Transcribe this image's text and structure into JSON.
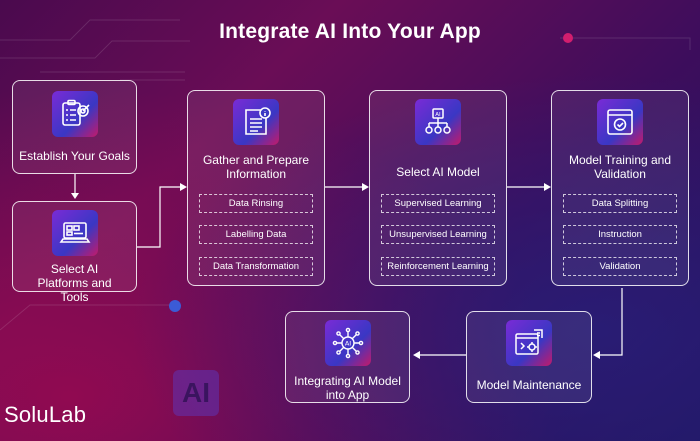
{
  "title": "Integrate AI Into Your App",
  "brand": "SoluLab",
  "watermark": "AI",
  "steps": {
    "goals": {
      "label": "Establish Your Goals",
      "icon": "target-checklist-icon"
    },
    "platforms": {
      "label": "Select AI Platforms and Tools",
      "icon": "laptop-tools-icon"
    },
    "gather": {
      "label": "Gather and Prepare Information",
      "icon": "document-info-icon",
      "items": [
        "Data Rinsing",
        "Labelling Data",
        "Data Transformation"
      ]
    },
    "model": {
      "label": "Select AI Model",
      "icon": "ai-chip-network-icon",
      "items": [
        "Supervised Learning",
        "Unsupervised Learning",
        "Reinforcement Learning"
      ]
    },
    "training": {
      "label": "Model Training and Validation",
      "icon": "window-check-icon",
      "items": [
        "Data Splitting",
        "Instruction",
        "Validation"
      ]
    },
    "maintenance": {
      "label": "Model Maintenance",
      "icon": "settings-window-icon"
    },
    "integrating": {
      "label": "Integrating AI Model into App",
      "icon": "ai-network-icon"
    }
  },
  "colors": {
    "accent": "#d21e6e",
    "background_start": "#4a0a4e",
    "background_end": "#1f1660"
  }
}
